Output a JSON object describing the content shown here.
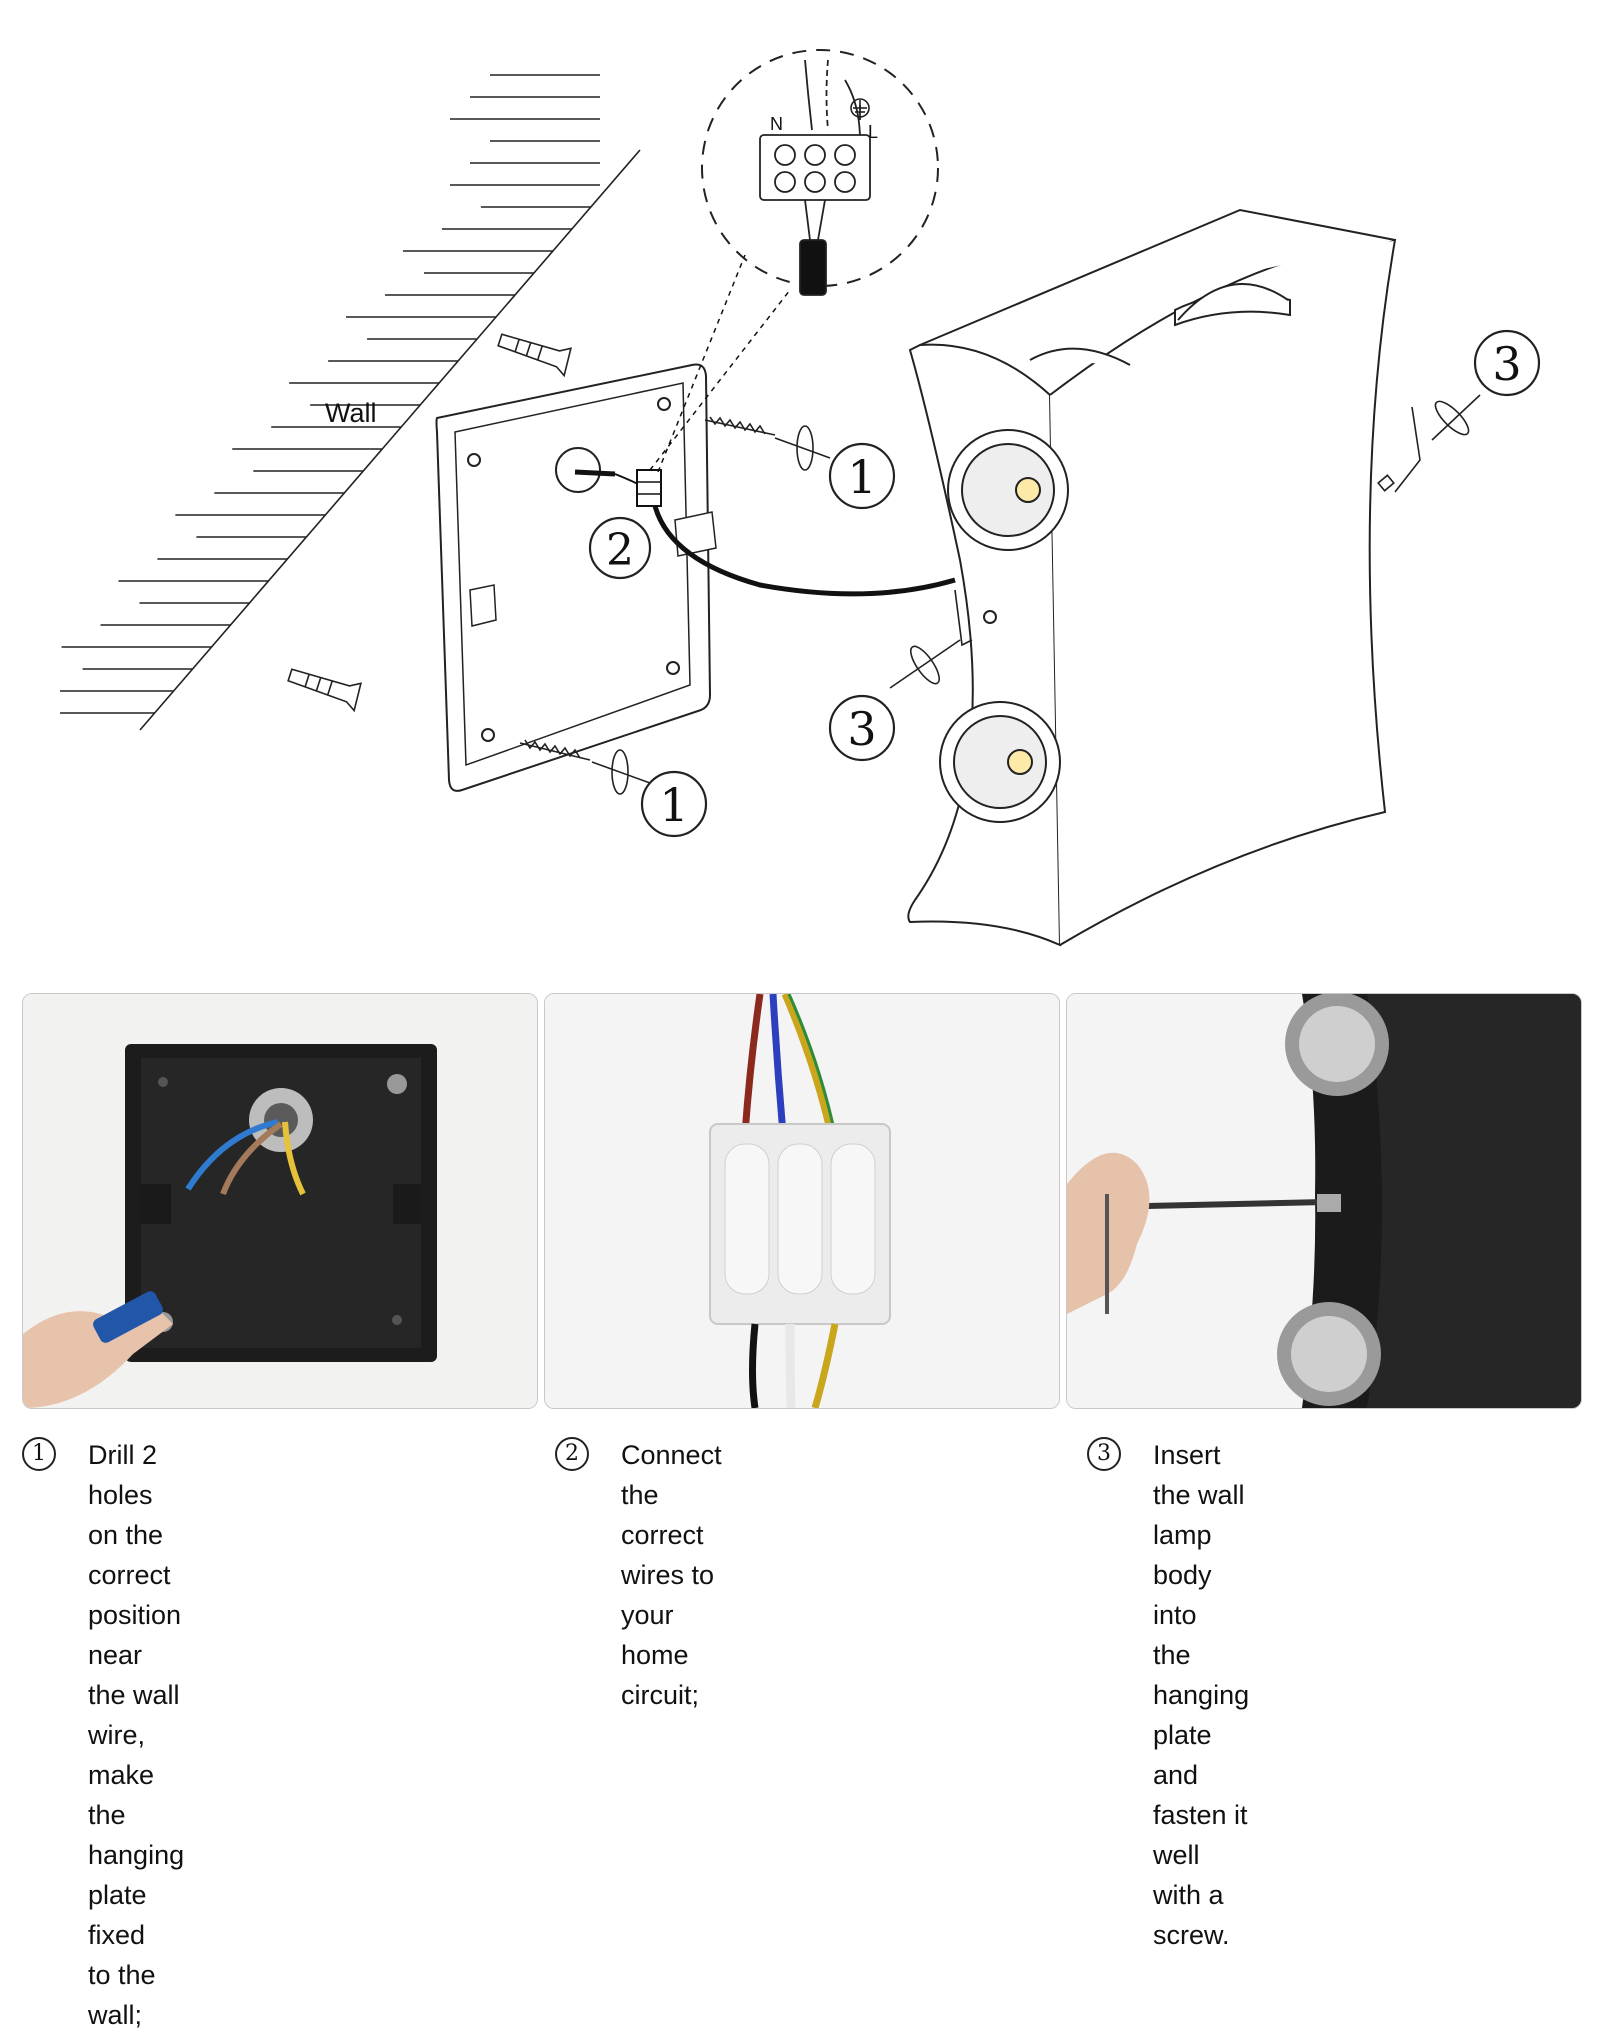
{
  "diagram": {
    "wall_label": "Wall",
    "terminal_label_n": "N",
    "terminal_label_l": "L",
    "callout_screw_top": "1",
    "callout_screw_bottom": "1",
    "callout_wiring": "2",
    "callout_lamp_side": "3",
    "callout_lamp_right": "3"
  },
  "photos": [
    {
      "caption_icon": "hanging-plate-drilling-photo"
    },
    {
      "caption_icon": "wire-connector-photo"
    },
    {
      "caption_icon": "hex-key-fastening-photo"
    }
  ],
  "steps": [
    {
      "number": "1",
      "text_lines": [
        "Drill 2 holes on the correct",
        "position near the wall wire,",
        "make the hanging plate fixed",
        "to the wall;"
      ]
    },
    {
      "number": "2",
      "text_lines": [
        "Connect the correct wires to",
        "your home circuit;"
      ]
    },
    {
      "number": "3",
      "text_lines": [
        "Insert the wall lamp body into",
        "the hanging plate and fasten it",
        "well with a screw."
      ]
    }
  ]
}
